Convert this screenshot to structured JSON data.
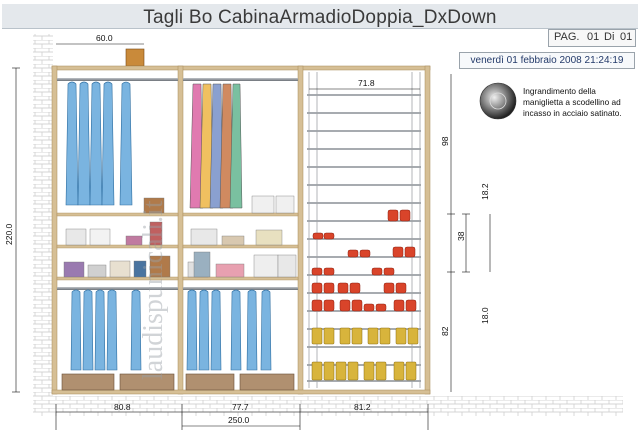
{
  "title": "Tagli   Bo CabinaArmadioDoppia_DxDown",
  "page": {
    "label": "PAG.",
    "current": "01",
    "of_label": "Di",
    "total": "01"
  },
  "datetime": "venerdì 01 febbraio 2008 21:24:19",
  "handle_note": "Ingrandimento della maniglietta a scodellino ad incasso in acciaio satinato.",
  "watermark": "laudispunicali.it",
  "dimensions": {
    "top_left_width": "60.0",
    "total_height": "220.0",
    "right_column_width": "71.8",
    "right_upper": "98",
    "right_lower": "82",
    "small_a": "18.2",
    "small_b": "38",
    "small_c": "18.0",
    "bottom_left": "80.8",
    "bottom_mid": "77.7",
    "bottom_right": "81.2",
    "bottom_total": "250.0"
  },
  "colors": {
    "frame": "#d6bf95",
    "garment_blue": "#7ab4e0",
    "shelf_rack": "#8a8f95",
    "shoe_red": "#d9442a",
    "shoe_yellow": "#d8b43c",
    "brick": "#c8c8c8"
  }
}
